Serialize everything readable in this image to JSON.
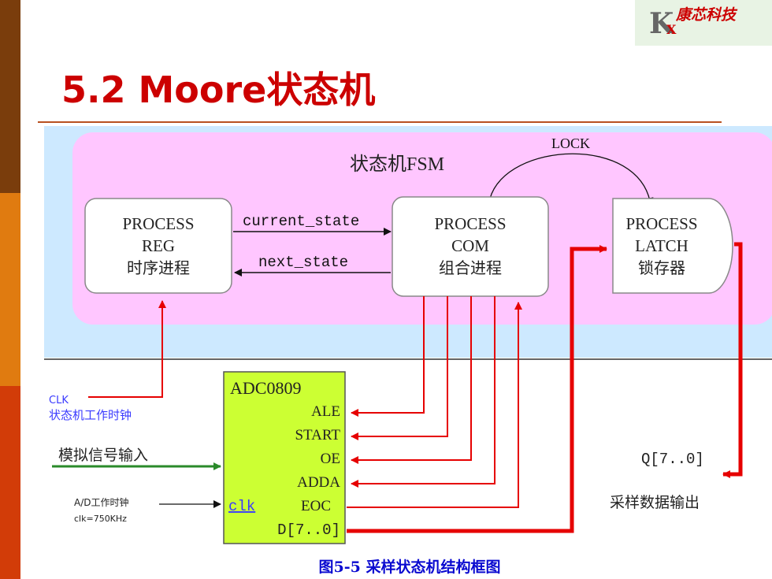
{
  "slide": {
    "title": "5.2 Moore状态机",
    "logo_letter": "K",
    "logo_sub": "X",
    "logo_text": "康芯科技",
    "caption": "图5-5 采样状态机结构框图"
  },
  "fsm": {
    "label": "状态机FSM",
    "lock_label": "LOCK",
    "reg": [
      "PROCESS",
      "REG",
      "时序进程"
    ],
    "com": [
      "PROCESS",
      "COM",
      "组合进程"
    ],
    "latch": [
      "PROCESS",
      "LATCH",
      "锁存器"
    ],
    "current_state": "current_state",
    "next_state": "next_state"
  },
  "adc": {
    "name": "ADC0809",
    "pins": [
      "ALE",
      "START",
      "OE",
      "ADDA",
      "EOC",
      "D[7..0]"
    ],
    "clk_pin": "clk"
  },
  "external": {
    "clk_label": "CLK",
    "clk_desc": "状态机工作时钟",
    "analog_in": "模拟信号输入",
    "ad_clock": "A/D工作时钟",
    "ad_clock_freq": "clk=750KHz",
    "q_out": "Q[7..0]",
    "sample_out": "采样数据输出"
  },
  "colors": {
    "title": "#cc0000",
    "fsm_bg": "#ffc6ff",
    "outer_bg": "#cde9ff",
    "adc_fill": "#ccff33",
    "wire_red": "#e60000",
    "wire_green": "#2a8a2a",
    "label_blue": "#3a3aff",
    "caption": "#0a0ad0"
  }
}
